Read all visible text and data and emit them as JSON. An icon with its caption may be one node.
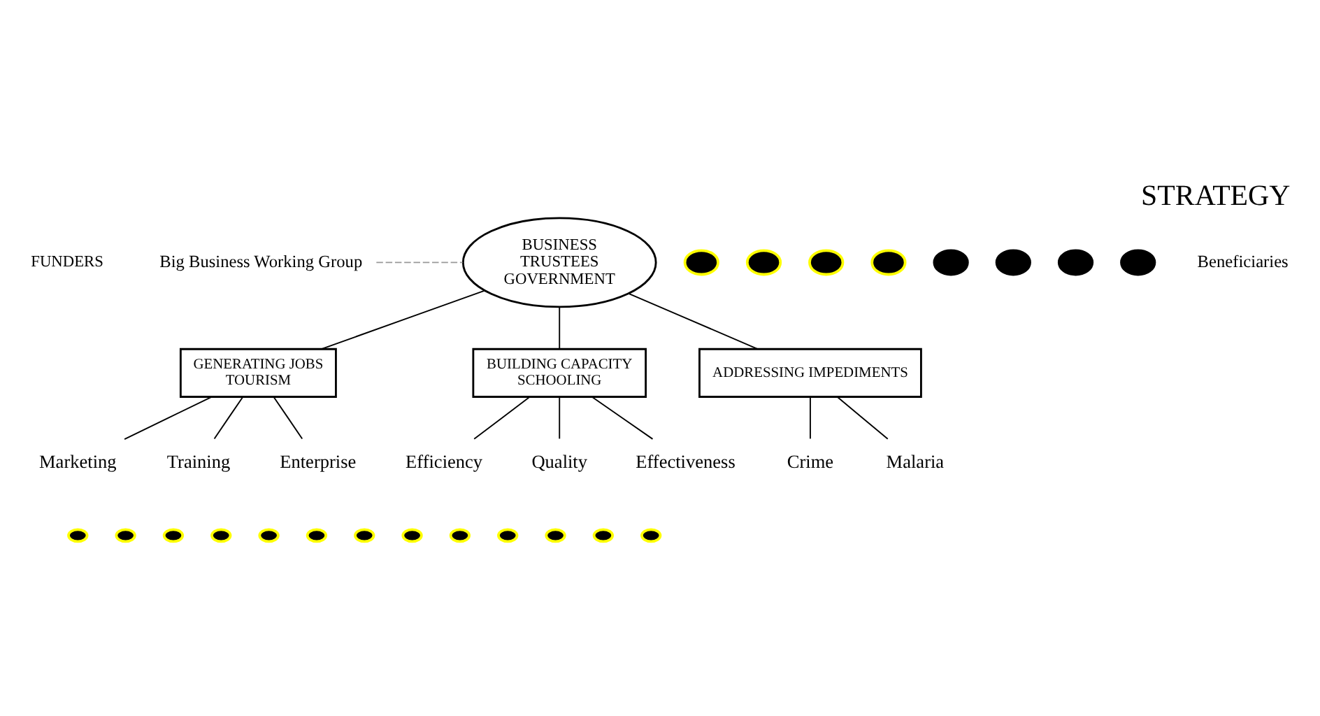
{
  "diagram": {
    "title": "STRATEGY",
    "nodes": [
      {
        "text": [
          "Big Business Working Group"
        ]
      },
      {
        "text": [
          "BUSINESS",
          "TRUSTEES",
          "GOVERNMENT"
        ]
      },
      {
        "text": [
          "GENERATING JOBS",
          "TOURISM"
        ]
      },
      {
        "text": [
          "BUILDING CAPACITY",
          "SCHOOLING"
        ]
      },
      {
        "text": [
          "Marketing"
        ]
      },
      {
        "text": [
          "Training"
        ]
      },
      {
        "text": [
          "Enterprise"
        ]
      },
      {
        "text": [
          "Efficiency"
        ]
      },
      {
        "text": [
          "Quality"
        ]
      },
      {
        "text": [
          "Effectiveness"
        ]
      },
      {
        "text": [
          "ADDRESSING IMPEDIMENTS"
        ]
      },
      {
        "text": [
          "Crime"
        ]
      },
      {
        "text": [
          "Malaria"
        ]
      },
      {
        "text": [],
        "shape": "circle"
      },
      {
        "text": [],
        "shape": "circle"
      },
      {
        "text": [],
        "shape": "circle"
      },
      {
        "text": [],
        "shape": "circle"
      },
      {
        "text": [],
        "shape": "circle"
      },
      {
        "text": [],
        "shape": "circle"
      },
      {
        "text": [],
        "shape": "circle"
      },
      {
        "text": [],
        "shape": "circle"
      },
      {
        "text": [],
        "shape": "circle"
      },
      {
        "text": [],
        "shape": "circle"
      },
      {
        "text": [],
        "shape": "circle"
      },
      {
        "text": [],
        "shape": "circle"
      },
      {
        "text": [],
        "shape": "circle"
      },
      {
        "text": [],
        "shape": "circle"
      },
      {
        "text": [],
        "shape": "circle"
      },
      {
        "text": [],
        "shape": "circle"
      },
      {
        "text": [],
        "shape": "circle"
      },
      {
        "text": [],
        "shape": "circle"
      },
      {
        "text": [],
        "shape": "circle"
      },
      {
        "text": [],
        "shape": "circle"
      },
      {
        "text": [],
        "shape": "circle"
      }
    ],
    "edges": [
      {
        "from": 0,
        "to": 1,
        "arrow": "none",
        "style": "dashed",
        "color": "#999999"
      },
      {
        "from": 1,
        "to": 2,
        "arrow": "none"
      },
      {
        "from": 1,
        "to": 3,
        "arrow": "none"
      },
      {
        "from": 1,
        "to": 10,
        "arrow": "none"
      },
      {
        "from": 2,
        "to": 4,
        "arrow": "none"
      },
      {
        "from": 2,
        "to": 5,
        "arrow": "none"
      },
      {
        "from": 2,
        "to": 6,
        "arrow": "none"
      },
      {
        "from": 3,
        "to": 7,
        "arrow": "none"
      },
      {
        "from": 3,
        "to": 8,
        "arrow": "none"
      },
      {
        "from": 3,
        "to": 9,
        "arrow": "none"
      },
      {
        "from": 10,
        "to": 11,
        "arrow": "none"
      },
      {
        "from": 10,
        "to": 12,
        "arrow": "none"
      }
    ],
    "labels": [
      "FUNDERS",
      "Beneficiaries"
    ]
  }
}
